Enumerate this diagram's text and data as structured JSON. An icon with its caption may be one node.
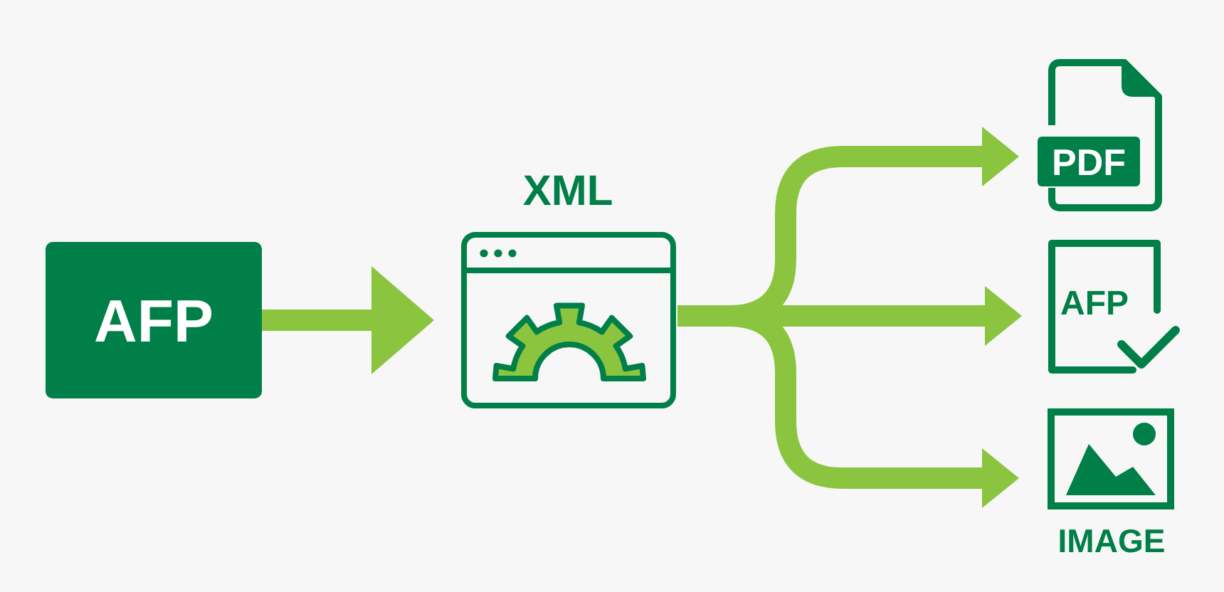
{
  "diagram": {
    "nodes": [
      {
        "text": [
          "AFP"
        ]
      },
      {
        "text": [
          "XML"
        ]
      },
      {
        "text": [
          "PDF"
        ]
      },
      {
        "text": [
          "AFP"
        ]
      },
      {
        "text": [
          "IMAGE"
        ]
      }
    ],
    "edges": [
      {
        "from": 0,
        "to": 1,
        "arrow": "to"
      },
      {
        "from": 1,
        "to": 2,
        "arrow": "to"
      },
      {
        "from": 1,
        "to": 3,
        "arrow": "to"
      },
      {
        "from": 1,
        "to": 4,
        "arrow": "to"
      }
    ]
  }
}
